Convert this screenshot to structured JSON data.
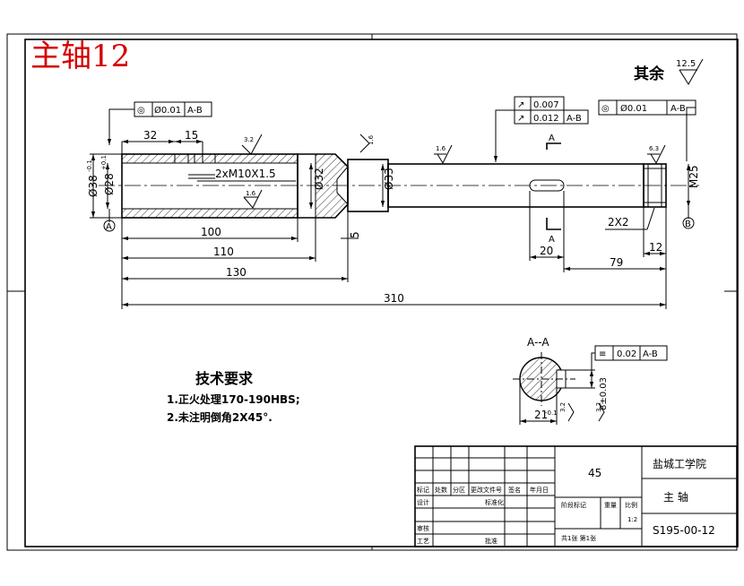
{
  "watermark": "主轴12",
  "roughness_note": {
    "label": "其余",
    "value": "12.5"
  },
  "tolerance_frames": {
    "left_coax": {
      "symbol": "◎",
      "value": "Ø0.01",
      "datum": "A-B"
    },
    "mid_runout_1": {
      "symbol": "↗",
      "value": "0.007"
    },
    "mid_runout_2": {
      "symbol": "↗",
      "value": "0.012",
      "datum": "A-B"
    },
    "right_coax": {
      "symbol": "◎",
      "value": "Ø0.01",
      "datum": "A-B"
    },
    "section_sym": {
      "symbol": "≡",
      "value": "0.02",
      "datum": "A-B"
    }
  },
  "roughness_marks": {
    "r1": "3.2",
    "r2": "1.6",
    "r3": "1.6",
    "r4": "1.6",
    "r5": "6.3",
    "r6": "3.2",
    "r7": "3.2"
  },
  "dimensions": {
    "d32": "32",
    "d15": "15",
    "thread": "2xM10X1.5",
    "dia38": "Ø38",
    "dia28": "Ø28",
    "dia32": "Ø32",
    "dia33": "Ø33",
    "m25": "M25",
    "d100": "100",
    "d110": "110",
    "d130": "130",
    "d310": "310",
    "d5": "5",
    "d20": "20",
    "d79": "79",
    "d12": "12",
    "chamfer": "2X2",
    "tol_38": "-0.1",
    "tol_28": "+0.1",
    "sec_21": "21",
    "sec_21_tol": "-0.1",
    "sec_8": "8±0.03"
  },
  "datums": {
    "a": "A",
    "b": "B"
  },
  "section_marks": {
    "top": "A",
    "bottom": "A",
    "title": "A--A"
  },
  "tech_req": {
    "title": "技术要求",
    "items": [
      "1.正火处理170-190HBS;",
      "2.未注明倒角2X45°."
    ]
  },
  "title_block": {
    "material": "45",
    "school": "盐城工学院",
    "part_name": "主    轴",
    "drawing_no": "S195-00-12",
    "scale": "1:2",
    "sheets": "共1张 第1张",
    "row_labels": [
      "标记",
      "处数",
      "分区",
      "更改文件号",
      "签名",
      "年月日"
    ],
    "design": "设计",
    "standardize": "标准化",
    "check": "审核",
    "process": "工艺",
    "approve": "批准",
    "std_sign": "标准化",
    "stage_mark": "阶段标记",
    "weight": "重量",
    "ratio": "比例"
  }
}
